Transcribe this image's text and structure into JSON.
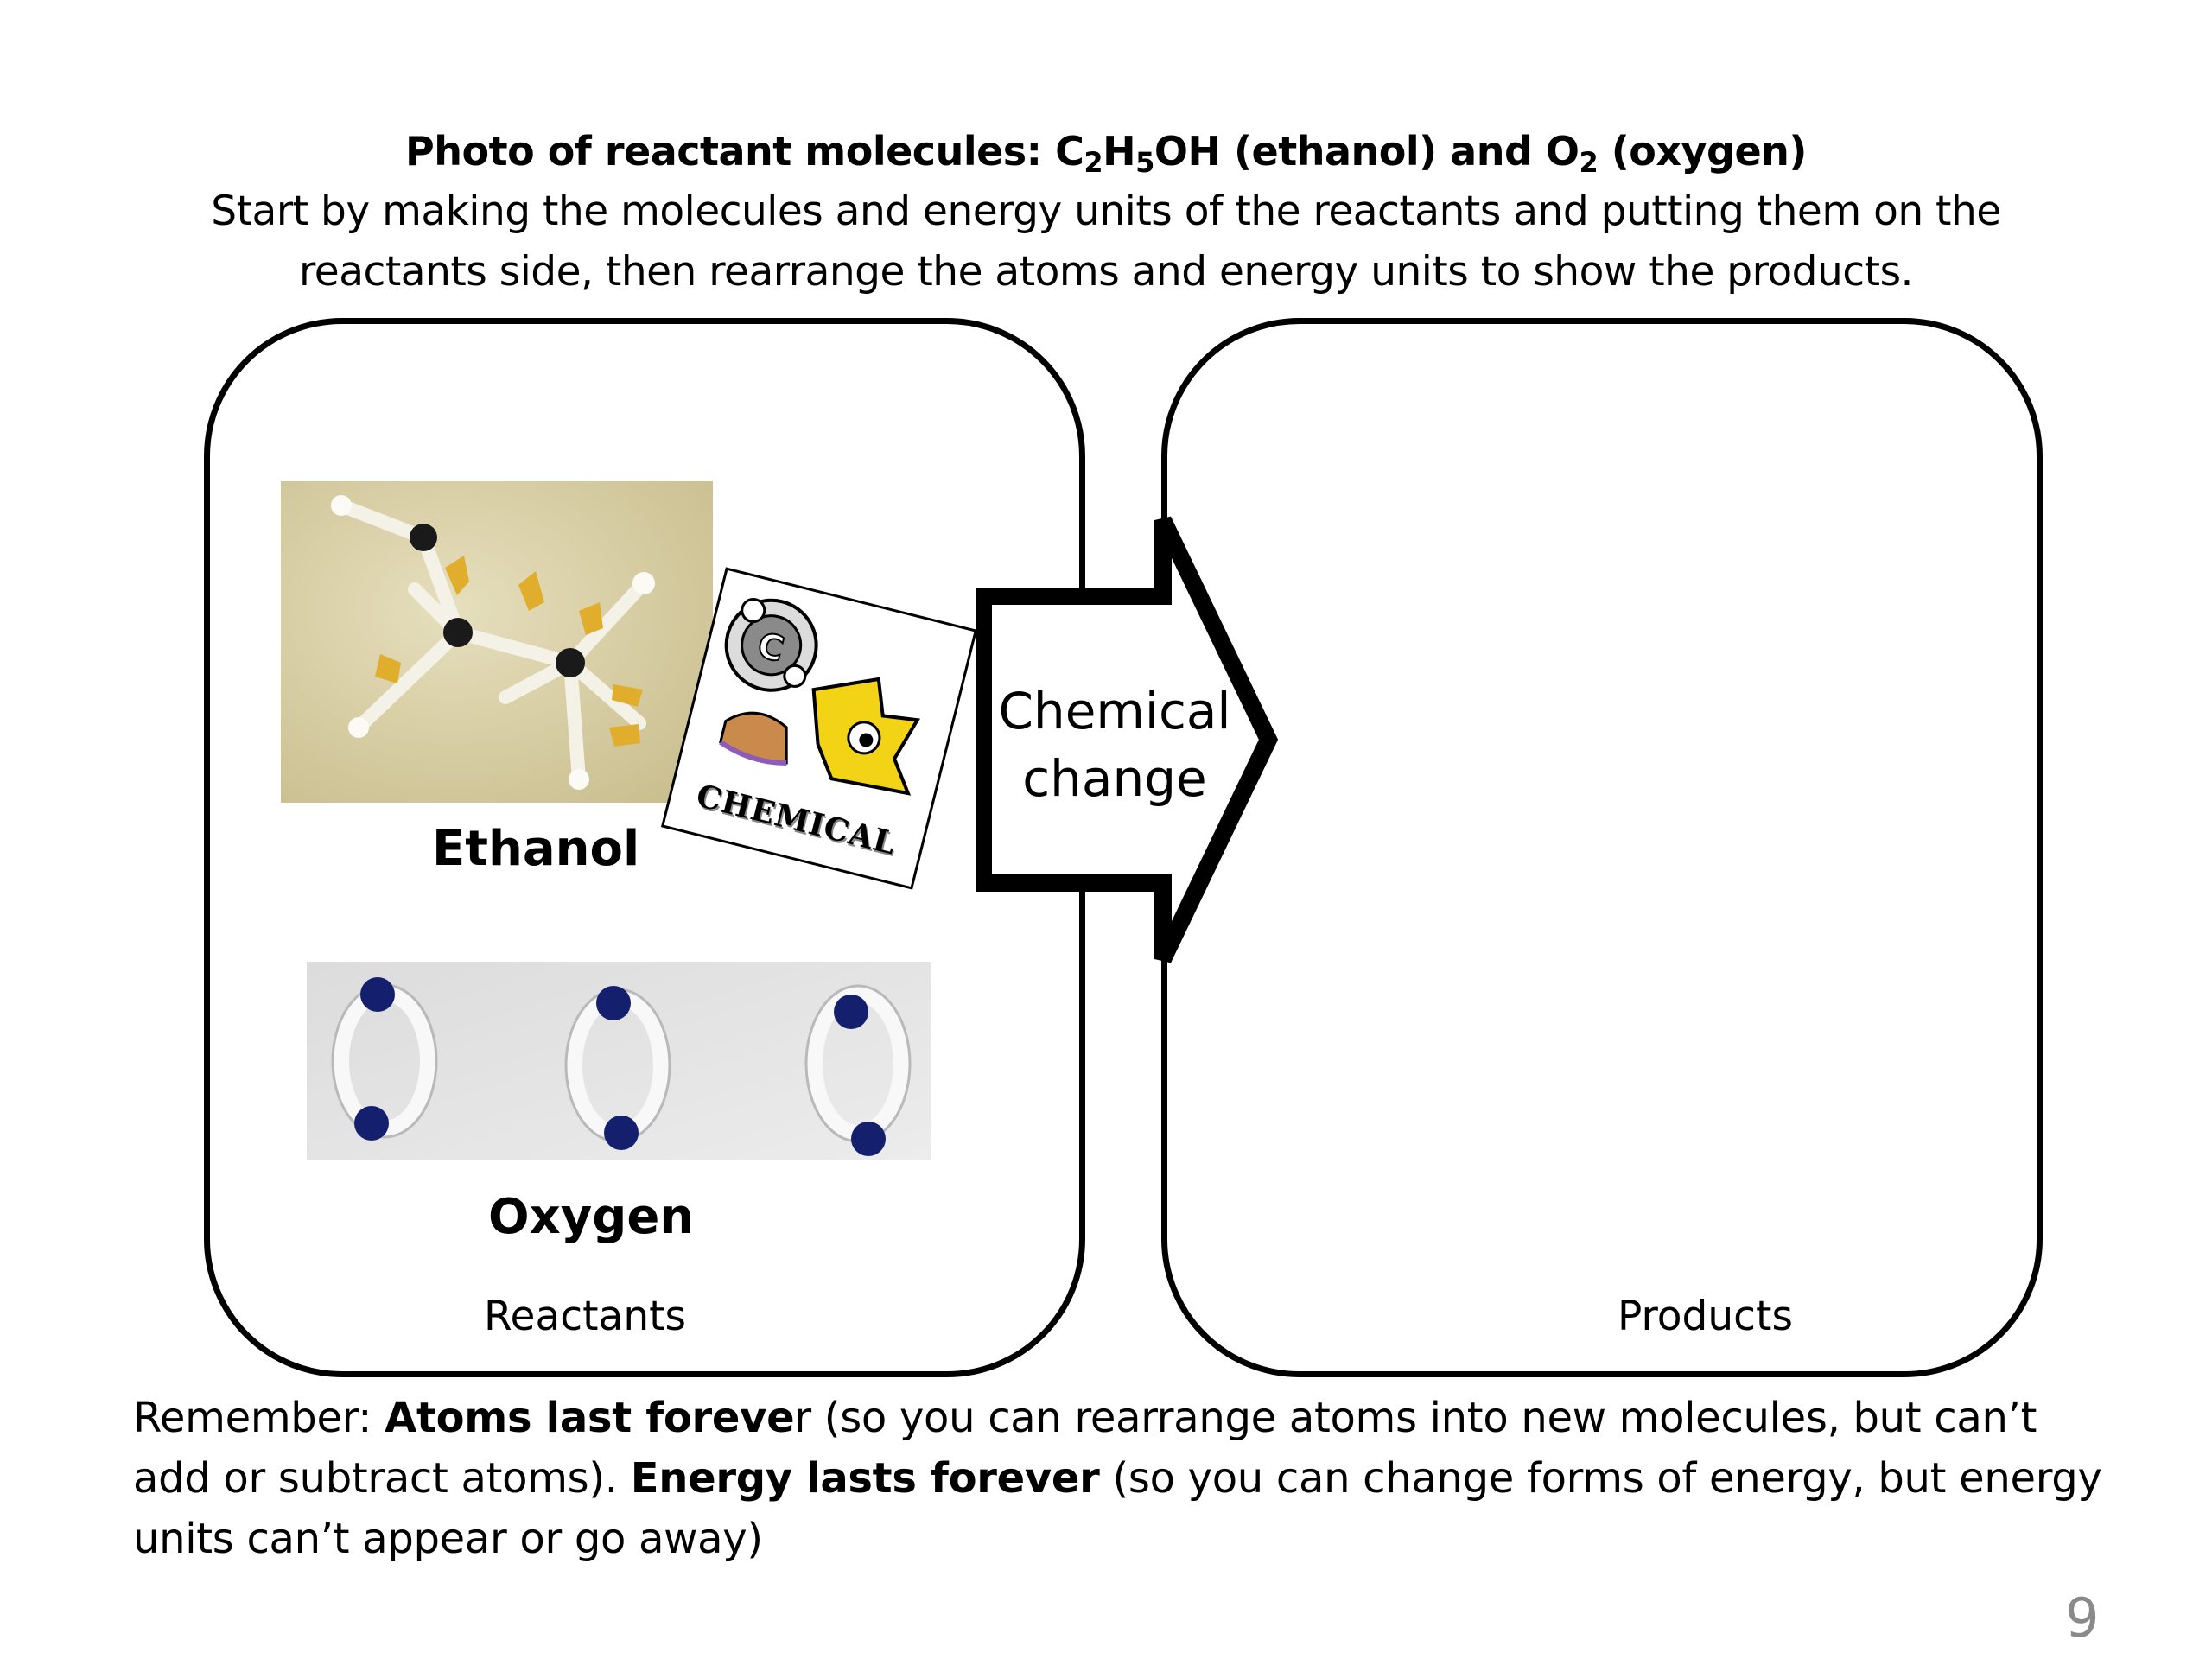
{
  "title": {
    "part1": "Photo of reactant molecules: C",
    "sub1": "2",
    "part2": "H",
    "sub2": "5",
    "part3": "OH (ethanol) and O",
    "sub3": "2",
    "part4": " (oxygen)"
  },
  "intro": {
    "line1": "Start by making the molecules and energy units of the reactants and putting them on the",
    "line2": "reactants side, then rearrange the atoms and energy units to show the products."
  },
  "reactants_panel": {
    "label": "Reactants",
    "ethanol_label": "Ethanol",
    "oxygen_label": "Oxygen"
  },
  "sticker": {
    "text": "CHEMICAL",
    "badge_letter": "C"
  },
  "arrow": {
    "line1": "Chemical",
    "line2": "change"
  },
  "products_panel": {
    "label": "Products"
  },
  "note": {
    "lead": "Remember: ",
    "bold1": "Atoms last foreve",
    "text1": "r (so you can rearrange atoms into new molecules, but can’t add or subtract atoms). ",
    "bold2": "Energy lasts forever",
    "text2": " (so you can change forms of energy, but energy units can’t appear or go away)"
  },
  "page_number": "9",
  "colors": {
    "twist_tie": "#e0ae2c",
    "carbon_ball": "#1a1a1a",
    "oxygen_ball": "#14206e",
    "photo_background": "#d9cfa6",
    "mascot_yellow": "#f2d315"
  }
}
